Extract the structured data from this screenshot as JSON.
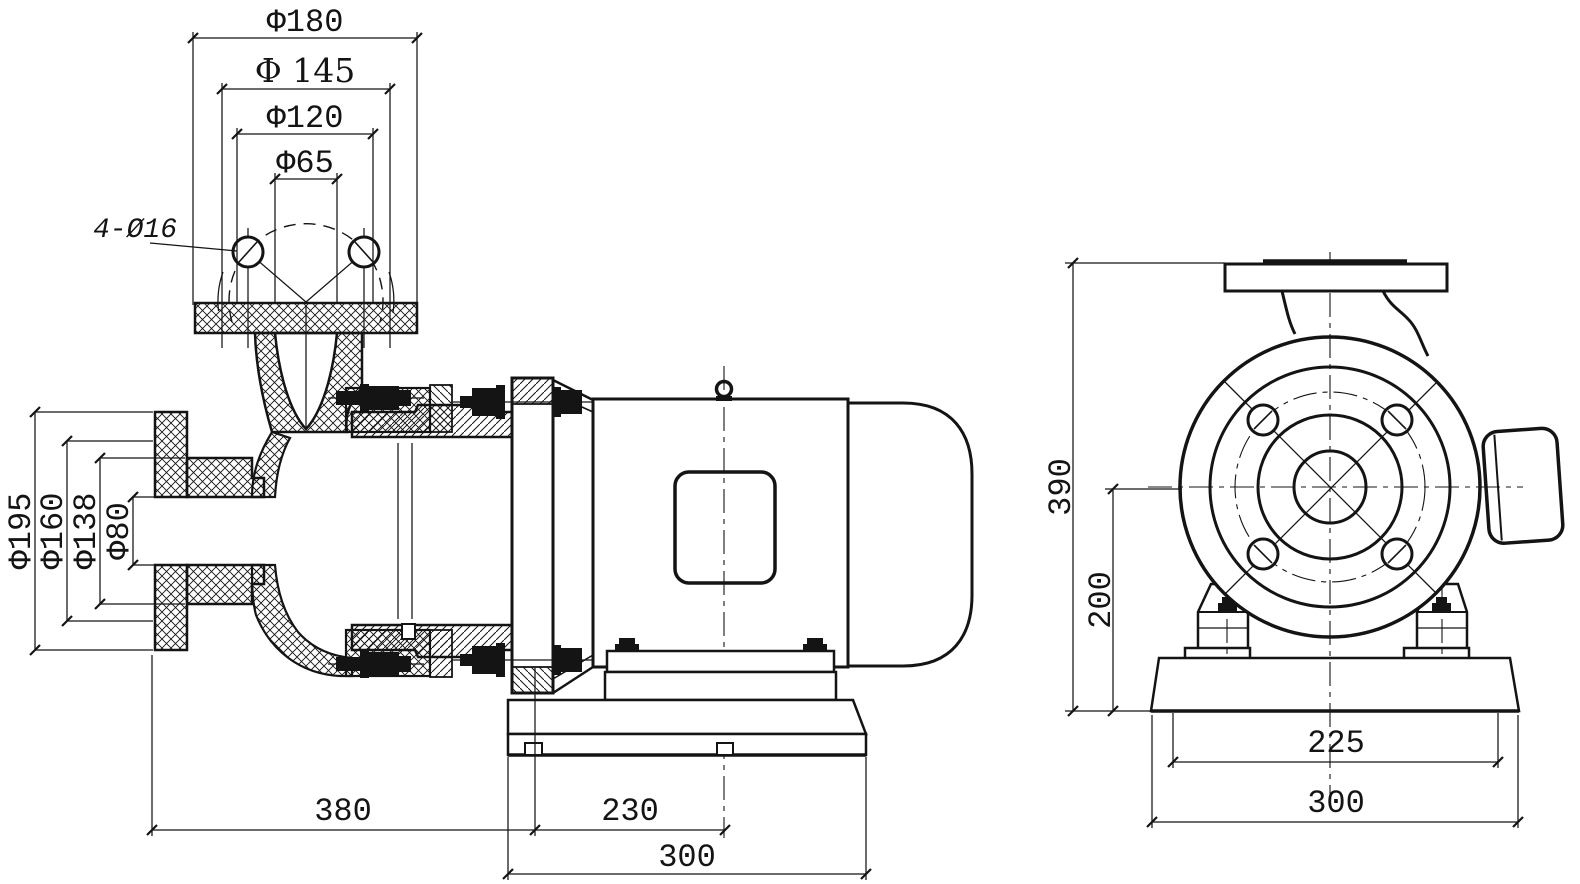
{
  "side_view": {
    "discharge_flange": {
      "od": "Φ180",
      "bolt_circle": "Φ 145",
      "raised_face": "Φ120",
      "bore": "Φ65",
      "bolt_note": "4-Ø16"
    },
    "suction_flange": {
      "od": "Φ195",
      "bolt_circle": "Φ160",
      "raised_face": "Φ138",
      "bore": "Φ80"
    },
    "base_dims": {
      "flange_to_anchor": "380",
      "anchor_spacing": "230",
      "base_length": "300"
    }
  },
  "end_view": {
    "height_dims": {
      "overall": "390",
      "axis_height": "200"
    },
    "base_dims": {
      "anchor_spacing": "225",
      "base_width": "300"
    }
  }
}
